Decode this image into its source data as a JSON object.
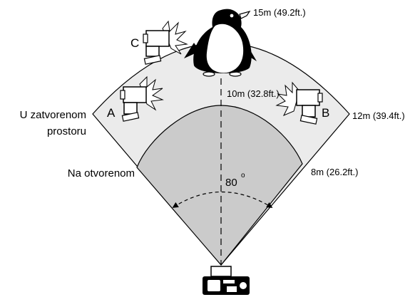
{
  "labels": {
    "indoor_line1": "U zatvorenom",
    "indoor_line2": "prostoru",
    "outdoor": "Na otvorenom",
    "angle": "80",
    "angle_degree": "o"
  },
  "distances": {
    "d15": "15m (49.2ft.)",
    "d10": "10m (32.8ft.)",
    "d12": "12m (39.4ft.)",
    "d8": "8m (26.2ft.)"
  },
  "flash_units": {
    "a": "A",
    "b": "B",
    "c": "C"
  },
  "icons": [
    "penguin-icon",
    "flash-unit-icon",
    "camera-icon"
  ],
  "colors": {
    "outer_fill": "#ebebeb",
    "inner_fill": "#cbcbcb",
    "outline": "#000000"
  }
}
